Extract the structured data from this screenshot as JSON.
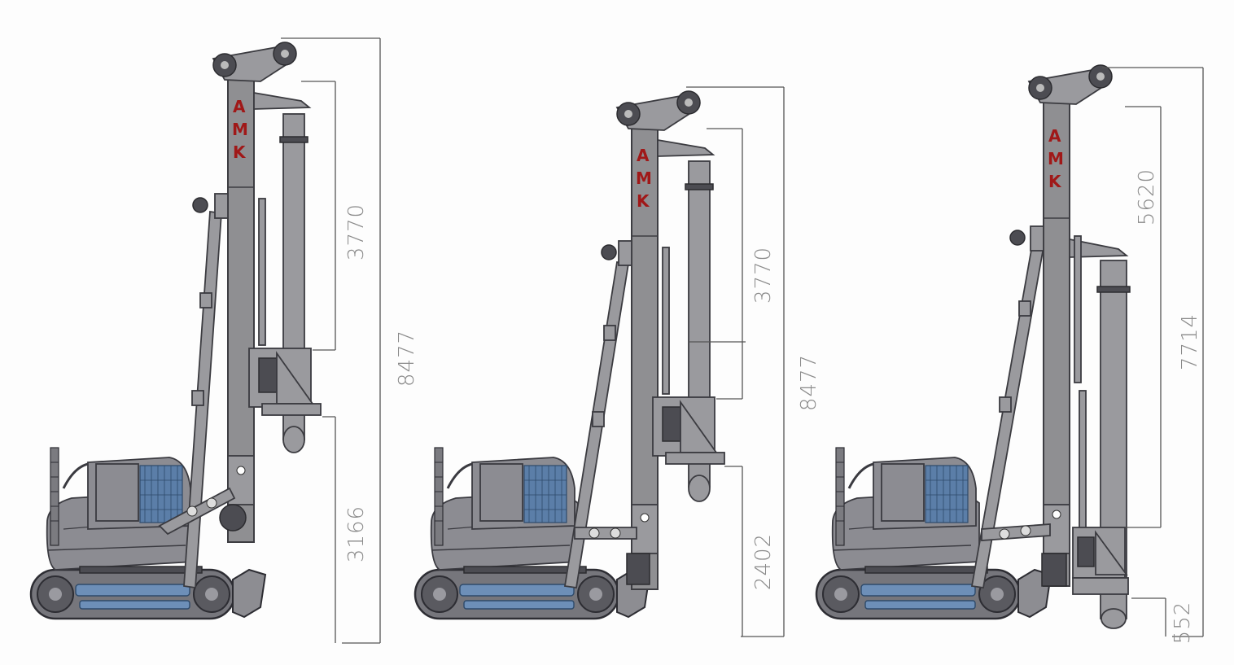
{
  "brand_letters": [
    "A",
    "M",
    "K"
  ],
  "rigs": [
    {
      "name": "rig-configuration-1",
      "dimensions": {
        "total_height": "8477",
        "stroke": "3770",
        "ground_clearance": "3166"
      }
    },
    {
      "name": "rig-configuration-2",
      "dimensions": {
        "total_height": "8477",
        "stroke": "3770",
        "ground_clearance": "2402"
      }
    },
    {
      "name": "rig-configuration-3",
      "dimensions": {
        "total_height": "7714",
        "stroke": "5620",
        "ground_clearance": "552"
      }
    }
  ],
  "colors": {
    "steel": "#8f8f92",
    "cab_glass": "#5b7ea8",
    "logo": "#a01818",
    "dimension_text": "#8a8a8a"
  }
}
